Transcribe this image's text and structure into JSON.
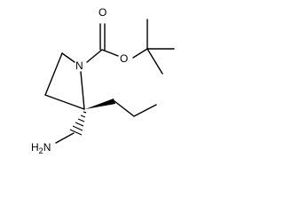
{
  "structure": {
    "atoms": {
      "ring_nitrogen": "N",
      "ester_oxygen": "O",
      "carbonyl_oxygen": "O",
      "amine": {
        "main": "H",
        "subscript": "2",
        "suffix": "N"
      }
    },
    "colors": {
      "bond": "#000000",
      "text": "#000000",
      "background": "#ffffff"
    }
  }
}
